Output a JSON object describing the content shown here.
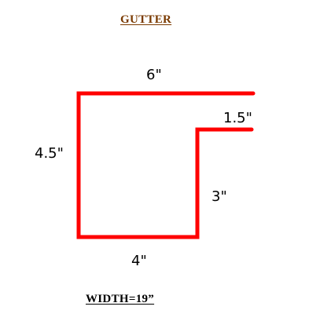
{
  "diagram": {
    "title": "GUTTER",
    "footer": "WIDTH=19”",
    "dimensions": {
      "top": "6\"",
      "lip": "1.5\"",
      "back_height": "4.5\"",
      "front_height": "3\"",
      "bottom": "4\""
    }
  },
  "colors": {
    "profile_line": "#ff0000",
    "title_text": "#7a3a00",
    "label_text": "#000000"
  }
}
